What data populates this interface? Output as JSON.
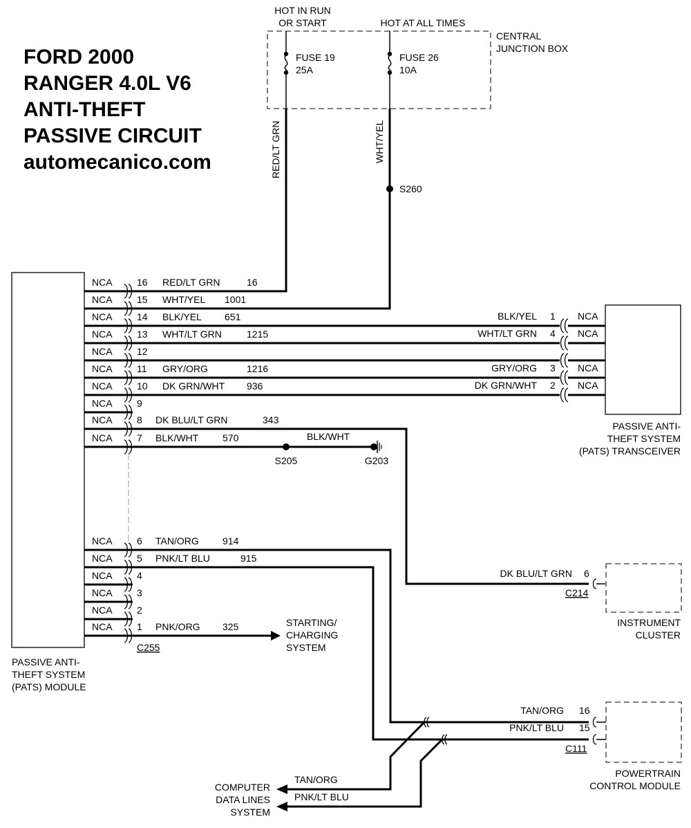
{
  "title": [
    "FORD 2000",
    "RANGER 4.0L V6",
    "ANTI-THEFT",
    "PASSIVE CIRCUIT",
    "automecanico.com"
  ],
  "power": {
    "hot_run": [
      "HOT IN RUN",
      "OR START"
    ],
    "hot_all": "HOT AT ALL TIMES",
    "junction_box": [
      "CENTRAL",
      "JUNCTION BOX"
    ],
    "fuse19": [
      "FUSE 19",
      "25A"
    ],
    "fuse26": [
      "FUSE 26",
      "10A"
    ],
    "wire_left": "RED/LT GRN",
    "wire_right": "WHT/YEL",
    "splice": "S260"
  },
  "module": {
    "label": [
      "PASSIVE ANTI-",
      "THEFT SYSTEM",
      "(PATS) MODULE"
    ],
    "connector": "C255",
    "pins": [
      {
        "nca": "NCA",
        "pin": "16",
        "wire": "RED/LT GRN",
        "circuit": "16"
      },
      {
        "nca": "NCA",
        "pin": "15",
        "wire": "WHT/YEL",
        "circuit": "1001"
      },
      {
        "nca": "NCA",
        "pin": "14",
        "wire": "BLK/YEL",
        "circuit": "651"
      },
      {
        "nca": "NCA",
        "pin": "13",
        "wire": "WHT/LT GRN",
        "circuit": "1215"
      },
      {
        "nca": "NCA",
        "pin": "12",
        "wire": "",
        "circuit": ""
      },
      {
        "nca": "NCA",
        "pin": "11",
        "wire": "GRY/ORG",
        "circuit": "1216"
      },
      {
        "nca": "NCA",
        "pin": "10",
        "wire": "DK GRN/WHT",
        "circuit": "936"
      },
      {
        "nca": "NCA",
        "pin": "9",
        "wire": "",
        "circuit": ""
      },
      {
        "nca": "NCA",
        "pin": "8",
        "wire": "DK BLU/LT GRN",
        "circuit": "343"
      },
      {
        "nca": "NCA",
        "pin": "7",
        "wire": "BLK/WHT",
        "circuit": "570"
      },
      {
        "nca": "NCA",
        "pin": "6",
        "wire": "TAN/ORG",
        "circuit": "914"
      },
      {
        "nca": "NCA",
        "pin": "5",
        "wire": "PNK/LT BLU",
        "circuit": "915"
      },
      {
        "nca": "NCA",
        "pin": "4",
        "wire": "",
        "circuit": ""
      },
      {
        "nca": "NCA",
        "pin": "3",
        "wire": "",
        "circuit": ""
      },
      {
        "nca": "NCA",
        "pin": "2",
        "wire": "",
        "circuit": ""
      },
      {
        "nca": "NCA",
        "pin": "1",
        "wire": "PNK/ORG",
        "circuit": "325"
      }
    ]
  },
  "transceiver": {
    "label": [
      "PASSIVE ANTI-",
      "THEFT SYSTEM",
      "(PATS) TRANSCEIVER"
    ],
    "pins": [
      {
        "wire": "BLK/YEL",
        "pin": "1",
        "nca": "NCA"
      },
      {
        "wire": "WHT/LT GRN",
        "pin": "4",
        "nca": "NCA"
      },
      {
        "wire": "GRY/ORG",
        "pin": "3",
        "nca": "NCA"
      },
      {
        "wire": "DK GRN/WHT",
        "pin": "2",
        "nca": "NCA"
      }
    ]
  },
  "ground": {
    "wire": "BLK/WHT",
    "splice": "S205",
    "ground": "G203"
  },
  "starting": [
    "STARTING/",
    "CHARGING",
    "SYSTEM"
  ],
  "cluster": {
    "label": [
      "INSTRUMENT",
      "CLUSTER"
    ],
    "wire": "DK BLU/LT GRN",
    "pin": "6",
    "connector": "C214"
  },
  "pcm": {
    "label": [
      "POWERTRAIN",
      "CONTROL MODULE"
    ],
    "connector": "C111",
    "pins": [
      {
        "wire": "TAN/ORG",
        "pin": "16"
      },
      {
        "wire": "PNK/LT BLU",
        "pin": "15"
      }
    ]
  },
  "data_lines": {
    "label": [
      "COMPUTER",
      "DATA LINES",
      "SYSTEM"
    ],
    "wires": [
      "TAN/ORG",
      "PNK/LT BLU"
    ]
  }
}
